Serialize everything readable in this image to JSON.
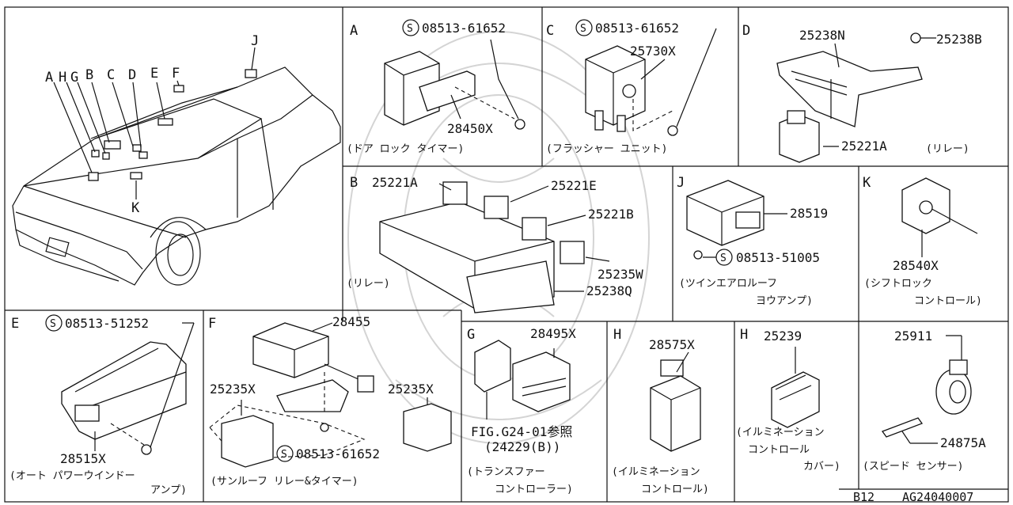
{
  "car": {
    "labels": [
      "A",
      "H",
      "G",
      "B",
      "C",
      "D",
      "E",
      "F",
      "J",
      "K"
    ]
  },
  "panels": {
    "A": {
      "letter": "A",
      "screw": "08513-61652",
      "part": "28450X",
      "caption": "(ドア ロック タイマー)"
    },
    "C": {
      "letter": "C",
      "screw": "08513-61652",
      "part": "25730X",
      "caption": "(フラッシャー ユニット)"
    },
    "D": {
      "letter": "D",
      "parts": [
        "25238N",
        "25238B",
        "25221A"
      ],
      "caption": "(リレー)"
    },
    "B": {
      "letter": "B",
      "parts": [
        "25221A",
        "25221E",
        "25221B",
        "25235W",
        "25238Q"
      ],
      "caption": "(リレー)"
    },
    "J": {
      "letter": "J",
      "part": "28519",
      "screw": "08513-51005",
      "caption1": "(ツインエアロルーフ",
      "caption2": "ヨウアンプ)"
    },
    "K": {
      "letter": "K",
      "part": "28540X",
      "caption1": "(シフトロック",
      "caption2": "コントロール)"
    },
    "E": {
      "letter": "E",
      "screw": "08513-51252",
      "part": "28515X",
      "caption1": "(オート パワーウインドー",
      "caption2": "アンプ)"
    },
    "F": {
      "letter": "F",
      "parts": [
        "28455",
        "25235X",
        "25235X"
      ],
      "screw": "08513-61652",
      "caption": "(サンルーフ リレー&タイマー)"
    },
    "G": {
      "letter": "G",
      "part": "28495X",
      "ref1": "FIG.G24-01参照",
      "ref2": "(24229(B))",
      "caption1": "(トランスファー",
      "caption2": "コントローラー)"
    },
    "H1": {
      "letter": "H",
      "part": "28575X",
      "caption1": "(イルミネーション",
      "caption2": "コントロール)"
    },
    "H2": {
      "letter": "H",
      "part": "25239",
      "caption1": "(イルミネーション",
      "caption2": "コントロール",
      "caption3": "カバー)"
    },
    "S": {
      "parts": [
        "25911",
        "24875A"
      ],
      "caption": "(スピード センサー)"
    }
  },
  "screw_symbol": "S",
  "footer": {
    "model": "B12",
    "code": "AG24040007"
  }
}
